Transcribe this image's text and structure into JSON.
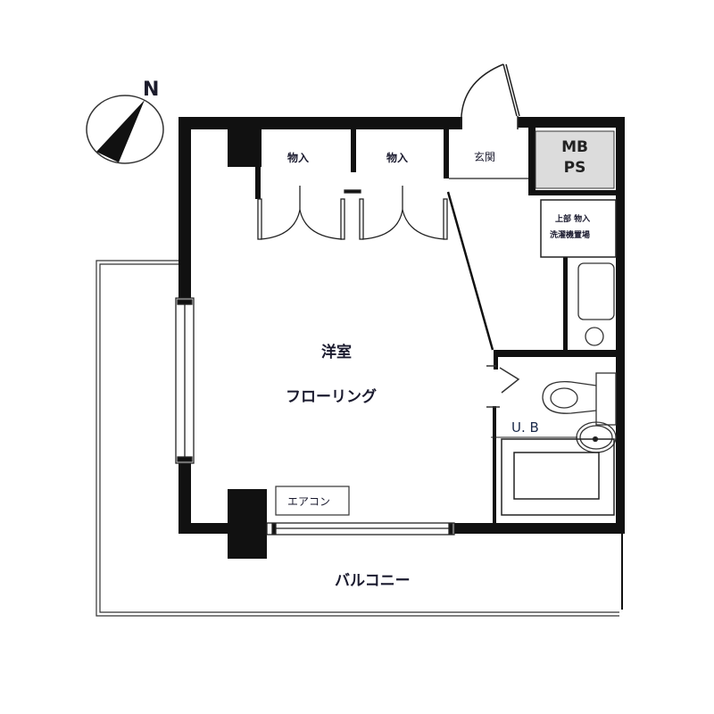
{
  "compass": {
    "label": "N",
    "icon": "north-arrow-icon"
  },
  "rooms": {
    "western_room": {
      "label": "洋室",
      "floor": "フローリング"
    },
    "closet_left": {
      "label": "物入"
    },
    "closet_right": {
      "label": "物入"
    },
    "entrance": {
      "label": "玄関"
    },
    "mb_ps": {
      "line1": "MB",
      "line2": "PS"
    },
    "upper_storage": {
      "line1": "上部 物入",
      "line2": "洗濯機置場"
    },
    "unit_bath": {
      "label": "U. B"
    },
    "air_conditioner": {
      "label": "エアコン"
    },
    "balcony": {
      "label": "バルコニー"
    }
  },
  "colors": {
    "wall": "#111111",
    "mbps_fill": "#dcdcdc",
    "line": "#222222"
  }
}
